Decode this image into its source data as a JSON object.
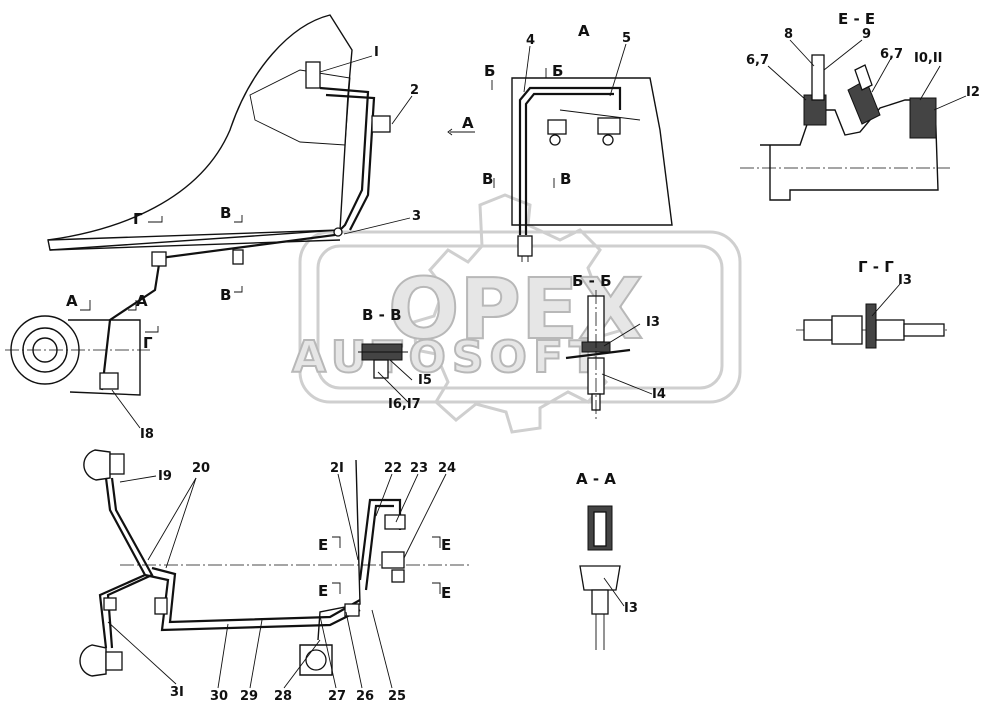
{
  "watermark": {
    "main": "ОРЕХ",
    "sub": "AUTOSOFT"
  },
  "callouts": {
    "c1": "I",
    "c2": "2",
    "c3": "3",
    "c4": "4",
    "c5": "5",
    "c67a": "6,7",
    "c8": "8",
    "c9": "9",
    "c67b": "6,7",
    "c1011": "I0,II",
    "c12": "I2",
    "c13a": "I3",
    "c13b": "I3",
    "c13c": "I3",
    "c14": "I4",
    "c15": "I5",
    "c1617": "I6,I7",
    "c18": "I8",
    "c19": "I9",
    "c20": "20",
    "c21": "2I",
    "c22": "22",
    "c23": "23",
    "c24": "24",
    "c25": "25",
    "c26": "26",
    "c27": "27",
    "c28": "28",
    "c29": "29",
    "c30": "30",
    "c31": "3I"
  },
  "sections": {
    "EE": "Е - Е",
    "GG": "Г - Г",
    "BB": "Б - Б",
    "VV": "В - В",
    "AA": "А - А",
    "viewA": "А",
    "markA": "А",
    "markB1": "Б",
    "markB2": "Б",
    "markV1": "В",
    "markV2": "В",
    "markG1": "Г",
    "markG2": "Г",
    "markV3": "В",
    "markV4": "В",
    "markA1": "А",
    "markA2": "А",
    "markE1": "Е",
    "markE2": "Е",
    "markE3": "Е",
    "markE4": "Е"
  }
}
